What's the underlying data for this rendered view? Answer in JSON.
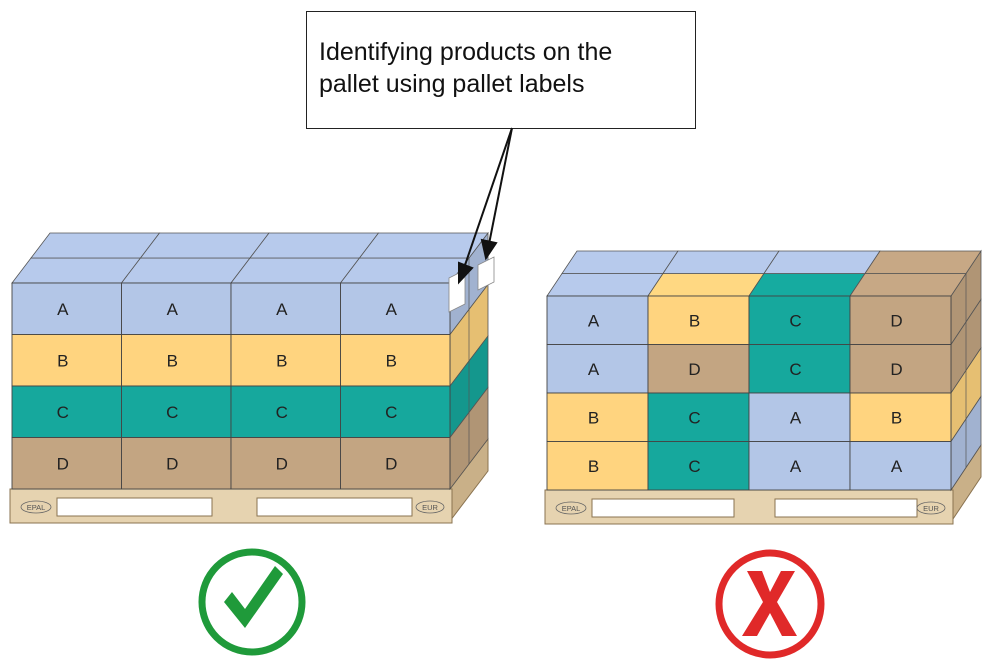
{
  "callout": {
    "line1": "Identifying products on the",
    "line2": "pallet using pallet labels"
  },
  "colors": {
    "A": "#b3c6e7",
    "B": "#ffd47f",
    "C": "#16a89d",
    "D": "#c3a582",
    "pallet_wood": "#e6d3b0",
    "check": "#1f9a3a",
    "cross": "#e02929"
  },
  "pallets": [
    {
      "id": "correct",
      "status_icon": "check-icon",
      "rows": [
        [
          "A",
          "A",
          "A",
          "A"
        ],
        [
          "B",
          "B",
          "B",
          "B"
        ],
        [
          "C",
          "C",
          "C",
          "C"
        ],
        [
          "D",
          "D",
          "D",
          "D"
        ]
      ],
      "stamp_left": "EPAL",
      "stamp_right": "EUR"
    },
    {
      "id": "incorrect",
      "status_icon": "cross-icon",
      "rows": [
        [
          "A",
          "B",
          "C",
          "D"
        ],
        [
          "A",
          "D",
          "C",
          "D"
        ],
        [
          "B",
          "C",
          "A",
          "B"
        ],
        [
          "B",
          "C",
          "A",
          "A"
        ]
      ],
      "stamp_left": "EPAL",
      "stamp_right": "EUR"
    }
  ]
}
